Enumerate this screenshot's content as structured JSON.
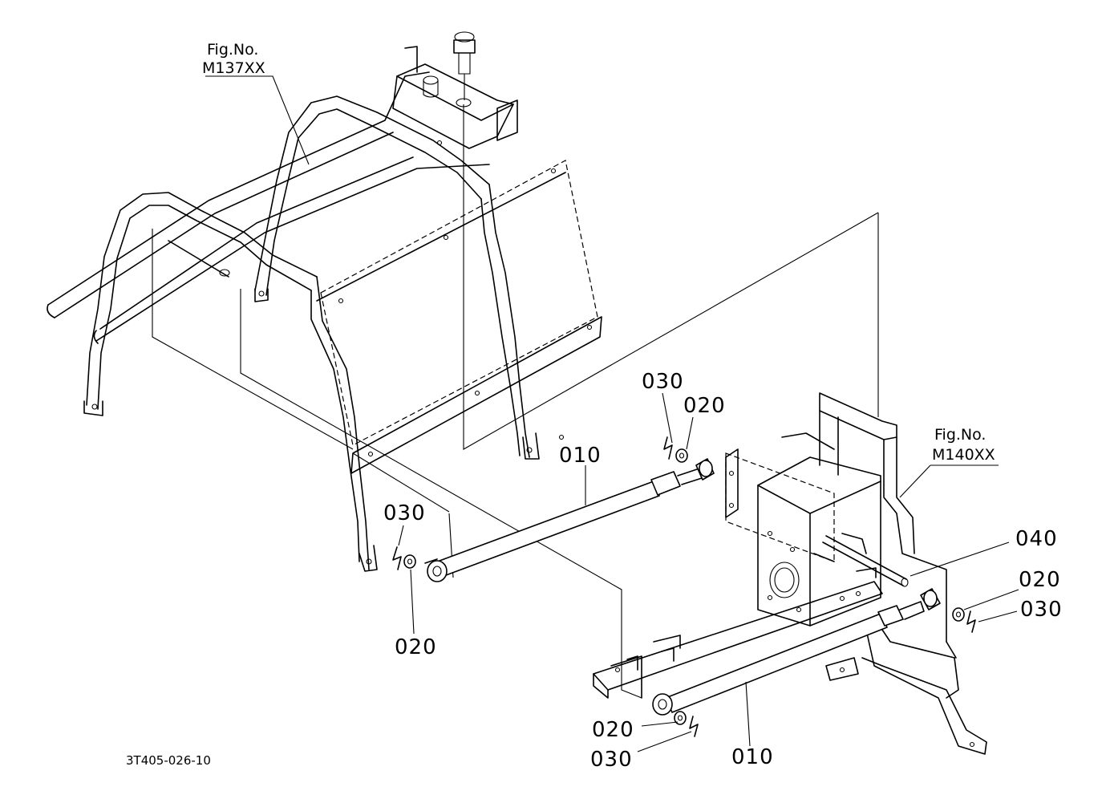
{
  "figure_refs": {
    "top_left": {
      "line1": "Fig.No.",
      "line2": "M137XX"
    },
    "right": {
      "line1": "Fig.No.",
      "line2": "M140XX"
    }
  },
  "callouts": {
    "c030_top": "030",
    "c020_top": "020",
    "c010_upper": "010",
    "c030_left": "030",
    "c020_left": "020",
    "c040": "040",
    "c020_right": "020",
    "c030_right": "030",
    "c020_bottom": "020",
    "c030_bottom": "030",
    "c010_lower": "010"
  },
  "drawing_code": "3T405-026-10"
}
